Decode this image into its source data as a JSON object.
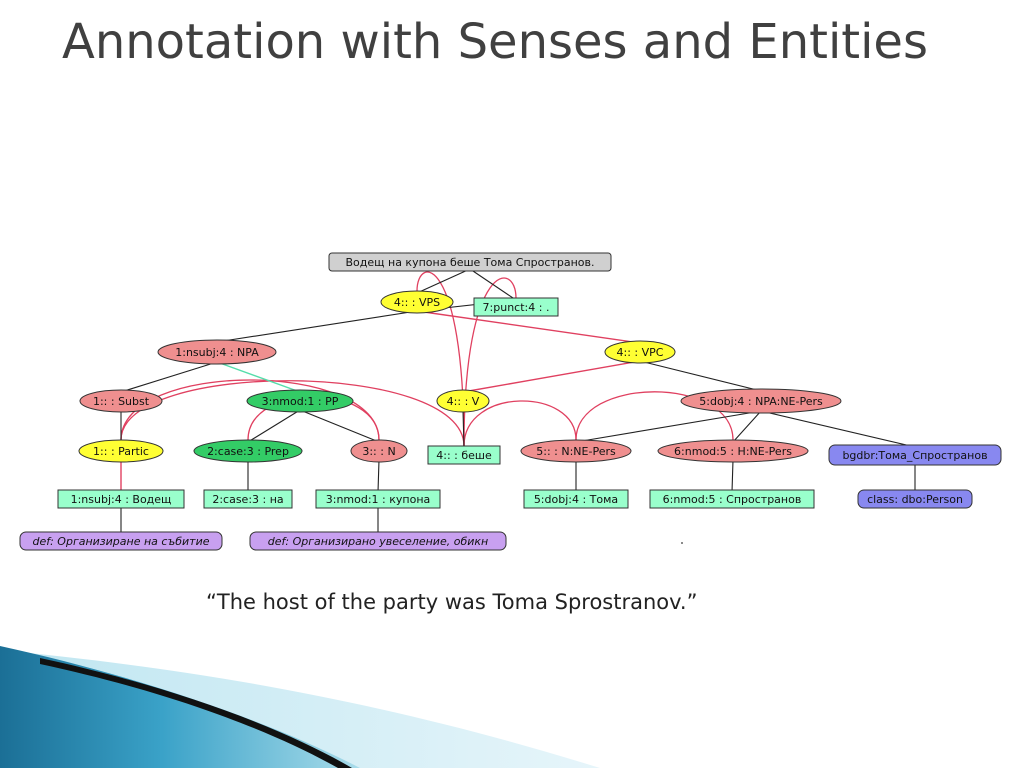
{
  "slide": {
    "title": "Annotation with Senses and Entities",
    "caption": "“The host of the party was Toma Sprostranov.”"
  },
  "colors": {
    "sentence_node": "#d0d0d0",
    "head_yellow": "#ffff33",
    "phrase_red": "#ef8f8f",
    "phrase_green": "#33cc66",
    "word_teal": "#99ffcc",
    "entity_blue": "#8888f0",
    "def_purple": "#c8a0f0",
    "edge_black": "#222222",
    "edge_red": "#e04060",
    "edge_teal": "#55ddaa"
  },
  "diagram": {
    "nodes": [
      {
        "id": "sentence",
        "label": "Водещ на купона беше Тома Спространов.",
        "style": "sentence"
      },
      {
        "id": "vps",
        "label": "4:: : VPS",
        "style": "head_yellow"
      },
      {
        "id": "punct",
        "label": "7:punct:4 : .",
        "style": "word_teal"
      },
      {
        "id": "nsubj_npa",
        "label": "1:nsubj:4 : NPA",
        "style": "phrase_red"
      },
      {
        "id": "vpc",
        "label": "4:: : VPC",
        "style": "head_yellow"
      },
      {
        "id": "subst",
        "label": "1:: : Subst",
        "style": "phrase_red"
      },
      {
        "id": "nmod_pp",
        "label": "3:nmod:1 : PP",
        "style": "phrase_green"
      },
      {
        "id": "v",
        "label": "4:: : V",
        "style": "head_yellow"
      },
      {
        "id": "dobj_npa",
        "label": "5:dobj:4 : NPA:NE-Pers",
        "style": "phrase_red"
      },
      {
        "id": "partic",
        "label": "1:: : Partic",
        "style": "head_yellow"
      },
      {
        "id": "case_prep",
        "label": "2:case:3 : Prep",
        "style": "phrase_green"
      },
      {
        "id": "n",
        "label": "3:: : N",
        "style": "phrase_red"
      },
      {
        "id": "beshe",
        "label": "4:: : беше",
        "style": "word_teal"
      },
      {
        "id": "n_ne",
        "label": "5:: : N:NE-Pers",
        "style": "phrase_red"
      },
      {
        "id": "h_ne",
        "label": "6:nmod:5 : H:NE-Pers",
        "style": "phrase_red"
      },
      {
        "id": "bgdbr",
        "label": "bgdbr:Тома_Спространов",
        "style": "entity_blue"
      },
      {
        "id": "w_vodesht",
        "label": "1:nsubj:4 : Водещ",
        "style": "word_teal"
      },
      {
        "id": "w_na",
        "label": "2:case:3 : на",
        "style": "word_teal"
      },
      {
        "id": "w_kupona",
        "label": "3:nmod:1 : купона",
        "style": "word_teal"
      },
      {
        "id": "w_toma",
        "label": "5:dobj:4 : Тома",
        "style": "word_teal"
      },
      {
        "id": "w_sprostranov",
        "label": "6:nmod:5 : Спространов",
        "style": "word_teal"
      },
      {
        "id": "class",
        "label": "class: dbo:Person",
        "style": "entity_blue"
      },
      {
        "id": "def1",
        "label": "def: Организиране на събитие",
        "style": "def_purple"
      },
      {
        "id": "def2",
        "label": "def: Организирано увеселение, обикн",
        "style": "def_purple"
      }
    ],
    "edges": [
      {
        "from": "sentence",
        "to": "vps",
        "kind": "black"
      },
      {
        "from": "sentence",
        "to": "punct",
        "kind": "black"
      },
      {
        "from": "vps",
        "to": "nsubj_npa",
        "kind": "black"
      },
      {
        "from": "vps",
        "to": "vpc",
        "kind": "red"
      },
      {
        "from": "vps",
        "to": "punct",
        "kind": "black"
      },
      {
        "from": "nsubj_npa",
        "to": "subst",
        "kind": "black"
      },
      {
        "from": "nsubj_npa",
        "to": "nmod_pp",
        "kind": "teal"
      },
      {
        "from": "subst",
        "to": "partic",
        "kind": "black"
      },
      {
        "from": "partic",
        "to": "w_vodesht",
        "kind": "red"
      },
      {
        "from": "nmod_pp",
        "to": "case_prep",
        "kind": "black"
      },
      {
        "from": "nmod_pp",
        "to": "n",
        "kind": "black"
      },
      {
        "from": "case_prep",
        "to": "w_na",
        "kind": "black"
      },
      {
        "from": "n",
        "to": "w_kupona",
        "kind": "black"
      },
      {
        "from": "vpc",
        "to": "v",
        "kind": "red"
      },
      {
        "from": "vpc",
        "to": "dobj_npa",
        "kind": "black"
      },
      {
        "from": "v",
        "to": "beshe",
        "kind": "black"
      },
      {
        "from": "dobj_npa",
        "to": "n_ne",
        "kind": "black"
      },
      {
        "from": "dobj_npa",
        "to": "h_ne",
        "kind": "black"
      },
      {
        "from": "dobj_npa",
        "to": "bgdbr",
        "kind": "black"
      },
      {
        "from": "n_ne",
        "to": "w_toma",
        "kind": "black"
      },
      {
        "from": "h_ne",
        "to": "w_sprostranov",
        "kind": "black"
      },
      {
        "from": "bgdbr",
        "to": "class",
        "kind": "black"
      },
      {
        "from": "w_vodesht",
        "to": "def1",
        "kind": "black"
      },
      {
        "from": "w_kupona",
        "to": "def2",
        "kind": "black"
      }
    ],
    "dependency_arcs": [
      {
        "from": "beshe",
        "to": "partic"
      },
      {
        "from": "beshe",
        "to": "vps"
      },
      {
        "from": "beshe",
        "to": "n_ne"
      },
      {
        "from": "partic",
        "to": "n"
      },
      {
        "from": "n",
        "to": "case_prep"
      },
      {
        "from": "n_ne",
        "to": "h_ne"
      },
      {
        "from": "beshe",
        "to": "punct"
      }
    ]
  }
}
